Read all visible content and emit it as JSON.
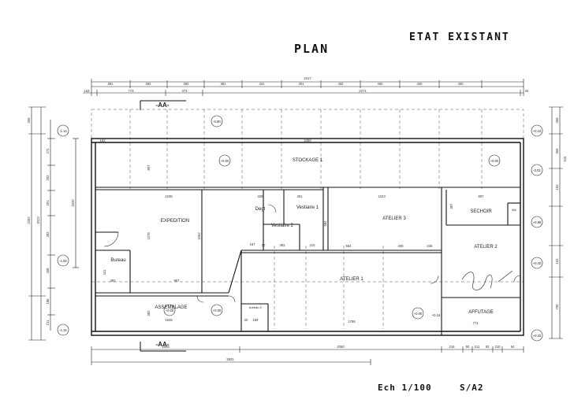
{
  "titles": {
    "plan": "PLAN",
    "state": "ETAT EXISTANT",
    "scale": "Ech 1/100",
    "sheet": "S/A2"
  },
  "section_marks": [
    "-AA-",
    "-AA-"
  ],
  "rooms": [
    "STOCKAGE 1",
    "EXPEDITION",
    "Degt",
    "Vestiaire 1",
    "ATELIER 3",
    "SECHOIR",
    "Vestiaire 2",
    "ATELIER 2",
    "Bureau",
    "ATELIER 1",
    "ASSEMBLAGE",
    "bureau 2",
    "AFFUTAGE",
    "Wc"
  ],
  "levels": [
    "-1.14",
    "-0.80",
    "+0.16",
    "-0.02",
    "+0.88",
    "+0.40",
    "+0.25",
    "-1.00",
    "-1.15",
    "+0.00",
    "+0.00",
    "+0.00",
    "+0.00",
    "+0.00",
    "+0.16"
  ],
  "dims_top_total": "4417",
  "dims_top_row1": [
    "381",
    "382",
    "382",
    "381",
    "421",
    "401",
    "402",
    "400",
    "420",
    "400"
  ],
  "dims_top_row2": [
    "163",
    "773",
    "373",
    "2271",
    "26"
  ],
  "dims_bottom_row1": [
    "1548",
    "2060",
    "215",
    "90",
    "211",
    "93",
    "210",
    "94"
  ],
  "dims_bottom_total": "2831",
  "dims_left_outer": [
    "269",
    "2292",
    "2023",
    "459",
    "211"
  ],
  "dims_left_inner": [
    "271",
    "252",
    "251",
    "392",
    "188",
    "1520"
  ],
  "dims_right": [
    "269",
    "359",
    "102",
    "102",
    "709",
    "515"
  ],
  "dims_inner": [
    "153",
    "4390",
    "1035",
    "328",
    "451",
    "1223",
    "807",
    "807",
    "1278",
    "382",
    "1062",
    "387",
    "584",
    "392",
    "167",
    "210",
    "554",
    "430",
    "226",
    "441",
    "382",
    "967",
    "1636",
    "1786",
    "771",
    "169",
    "20",
    "30"
  ]
}
